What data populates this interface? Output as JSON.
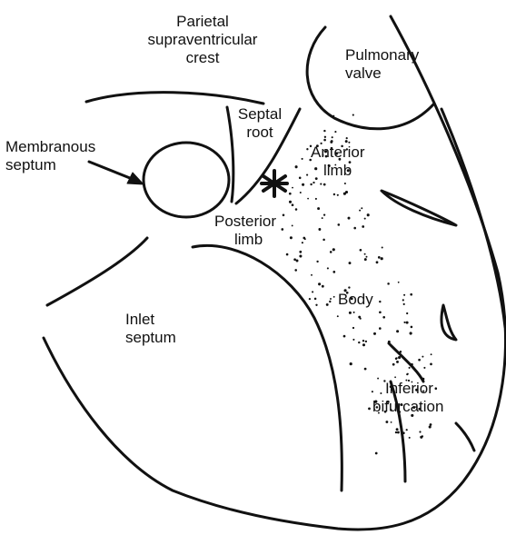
{
  "labels": {
    "parietal_crest": [
      "Parietal",
      "supraventricular",
      "crest"
    ],
    "pulmonary_valve": [
      "Pulmonary",
      "valve"
    ],
    "septal_root": [
      "Septal",
      "root"
    ],
    "membranous_septum": [
      "Membranous",
      "septum"
    ],
    "anterior_limb": [
      "Anterior",
      "limb"
    ],
    "posterior_limb": [
      "Posterior",
      "limb"
    ],
    "body": "Body",
    "inlet_septum": [
      "Inlet",
      "septum"
    ],
    "inferior_bifurcation": [
      "Inferior",
      "bifurcation"
    ]
  },
  "colors": {
    "ink": "#111111",
    "background": "#ffffff"
  }
}
